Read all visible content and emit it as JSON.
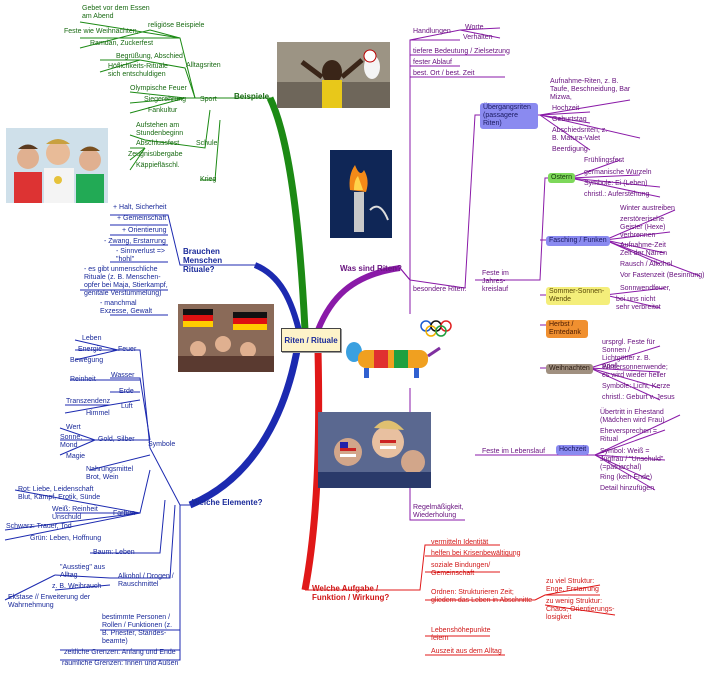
{
  "center": "Riten / Rituale",
  "colors": {
    "green": "#1a8a14",
    "blue": "#1a2a9a",
    "purple": "#8a1aa0",
    "red": "#e01818"
  },
  "images": [
    "athlete-photo",
    "olympic-flame-photo",
    "swimmers-medal-photo",
    "fans-photo",
    "olympic-rings-mascot",
    "painted-faces-photo"
  ],
  "beispiele": {
    "title": "Beispiele",
    "religioes": {
      "label": "religiöse Beispiele",
      "items": [
        "Gebet vor dem Essen am Abend",
        "Feste wie Weihnachten,",
        "Ramdan, Zuckerfest"
      ]
    },
    "alltag": {
      "label": "Alltagsriten",
      "items": [
        "Begrüßung, Abschied",
        "Höflichkeits-Rituale sich entschuldigen"
      ]
    },
    "sport": {
      "label": "Sport",
      "items": [
        "Olympische Feuer",
        "Siegerehrung",
        "Fankultur"
      ]
    },
    "schule": {
      "label": "Schule",
      "items": [
        "Aufstehen am Stundenbeginn",
        "Abschlussfest",
        "Zeugnisübergabe",
        "Käppiefläschl."
      ]
    },
    "krieg": "Krieg"
  },
  "brauchen": {
    "title": "Brauchen Menschen Rituale?",
    "items": [
      "+ Halt, Sicherheit",
      "+ Gemeinschaft",
      "+ Orientierung",
      "- Zwang, Erstarrung",
      "- Sinnverlust => \"hohl\"",
      "- es gibt unmenschliche Rituale (z. B. Menschen- opfer bei Maja, Stierkampf, genitale Verstümmelung)",
      "- manchmal Exzesse, Gewalt"
    ]
  },
  "elemente": {
    "title": "Welche Elemente?",
    "feuer": {
      "label": "Feuer",
      "items": [
        "Leben",
        "Energie",
        "Bewegung"
      ]
    },
    "symbole": "Symbole",
    "wasser": "Wasser",
    "reinheit": "Reinheit",
    "erde": "Erde",
    "luft": {
      "label": "Luft",
      "items": [
        "Transzendenz",
        "Himmel"
      ]
    },
    "gold": {
      "label": "Gold, Silber",
      "items": [
        "Wert",
        "Sonne, Mond",
        "Magie"
      ]
    },
    "nahrung": "Nahrungsmittel Brot, Wein",
    "farben": {
      "label": "Farben",
      "items": [
        "Rot: Liebe, Leidenschaft Blut, Kampf, Erotik, Sünde",
        "Weiß: Reinheit Unschuld",
        "Schwarz: Trauer, Tod",
        "Grün: Leben, Hoffnung"
      ]
    },
    "baum": "Baum: Leben",
    "alkohol": {
      "label": "Alkohol / Drogen / Rauschmittel",
      "items": [
        "\"Ausstieg\" aus Alltag",
        "z. B. Weihrauch"
      ]
    },
    "ekstase": "Ekstase // Erweiterung der Wahrnehmung",
    "personen": "bestimmte Personen / Rollen / Funktionen (z. B. Priester, Standes- beamte)",
    "zeit": "zeitliche Grenzen: Anfang und Ende",
    "raum": "räumliche Grenzen: Innen und Außen"
  },
  "was": {
    "title": "Was sind Riten?",
    "handlungen": {
      "label": "Handlungen",
      "items": [
        "Worte",
        "Verhalten"
      ]
    },
    "bedeutung": "tiefere Bedeutung / Zielsetzung",
    "ablauf": "fester Ablauf",
    "ort": "best. Ort / best. Zeit",
    "besondere": "besondere Riten:",
    "uebergang": {
      "label": "Übergangsriten (passagere Riten)",
      "items": [
        "Aufnahme-Riten, z. B. Taufe, Beschneidung, Bar Mizwa,",
        "Hochzeit",
        "Geburtstag",
        "Abschiedsriten, z. B. Matura-Valet",
        "Beerdigung"
      ]
    },
    "jahreskreis": "Feste im Jahres- kreislauf",
    "ostern": {
      "label": "Ostern",
      "items": [
        "Frühlingsfest",
        "germanische Wurzeln",
        "Symbole: Ei (Leben)",
        "christl.: Auferstehung"
      ]
    },
    "fasching": {
      "label": "Fasching / Funken",
      "items": [
        "Winter austreiben",
        "zerstörerische Geister (Hexe) verbrennen",
        "Aufnahme-Zeit Zeit der Narren",
        "Rausch / Alkohol",
        "Vor Fastenzeit (Besinnung)"
      ]
    },
    "sonnenwende": {
      "label": "Sommer-Sonnen- Wende",
      "items": [
        "Sonnwendfeuer,",
        "bei uns nicht sehr verbreitet"
      ]
    },
    "herbst": "Herbst / Erntedank",
    "weihnachten": {
      "label": "Weihnachten",
      "items": [
        "ursprgl. Feste für Sonnen / Lichtgötter z. B. Apoll",
        "Wintersonnenwende; es wird wieder heller",
        "Symbole: Licht, Kerze",
        "christl.: Geburt v. Jesus"
      ]
    },
    "lebenslauf": "Feste im Lebenslauf",
    "hochzeit": {
      "label": "Hochzeit",
      "items": [
        "Übertritt in Ehestand (Mädchen wird Frau)",
        "Eheversprechen = Ritual",
        "Symbol: Weiß = Jugfrau / \"Unschuld\" (=patriarchal)",
        "Ring (kein Ende)",
        "Detail hinzufügen"
      ]
    },
    "regel": "Regelmäßigkeit, Wiederholung"
  },
  "aufgaben": {
    "title": "Welche Aufgabe / Funktion / Wirkung?",
    "items": [
      "vermitteln Identität",
      "helfen bei Krisenbewältigung",
      "soziale Bindungen/ Gemeinschaft",
      "Ordnen: Strukturieren Zeit; gliedern das Leben in Abschnitte",
      "Lebenshöhepunkte feiern",
      "Auszeit aus dem Alltag"
    ],
    "struktur": [
      "zu viel Struktur: Enge, Erstarrung",
      "zu wenig Struktur: Chaos, Orientierungs- losigkeit"
    ]
  }
}
